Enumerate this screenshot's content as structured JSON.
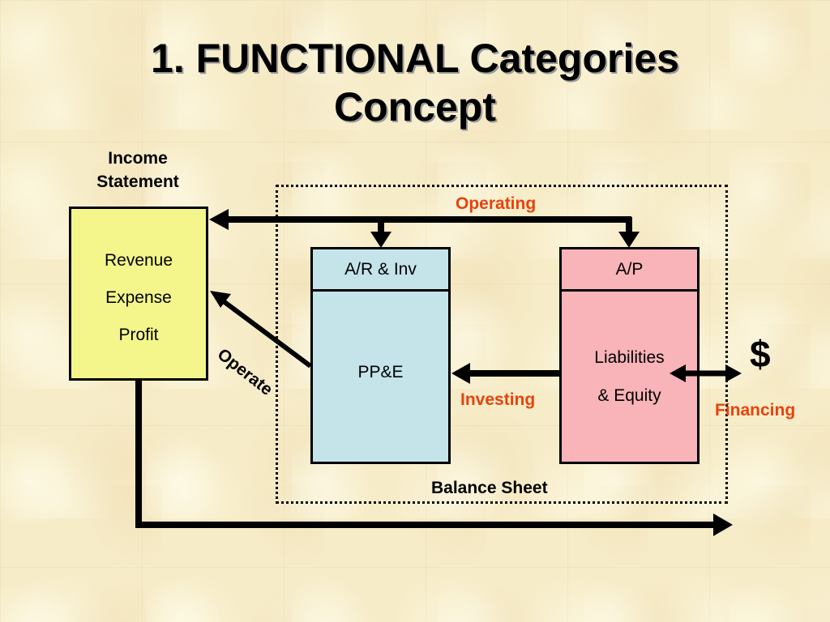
{
  "title": {
    "line1": "1. FUNCTIONAL Categories",
    "line2": "Concept"
  },
  "income_statement": {
    "heading_line1": "Income",
    "heading_line2": "Statement",
    "items": [
      "Revenue",
      "Expense",
      "Profit"
    ],
    "fill_color": "#f4f68c"
  },
  "balance_sheet": {
    "label": "Balance Sheet",
    "assets": {
      "top_label": "A/R & Inv",
      "bottom_label": "PP&E",
      "fill_color": "#c4e4ea"
    },
    "liabilities": {
      "top_label": "A/P",
      "bottom_line1": "Liabilities",
      "bottom_line2": "& Equity",
      "fill_color": "#f8b4b8"
    }
  },
  "flows": {
    "operating": "Operating",
    "operate": "Operate",
    "investing": "Investing",
    "financing": "Financing",
    "accent_color": "#e8420c"
  },
  "dollar_symbol": "$",
  "icons": [
    "arrow-head-icon",
    "double-arrow-icon"
  ]
}
